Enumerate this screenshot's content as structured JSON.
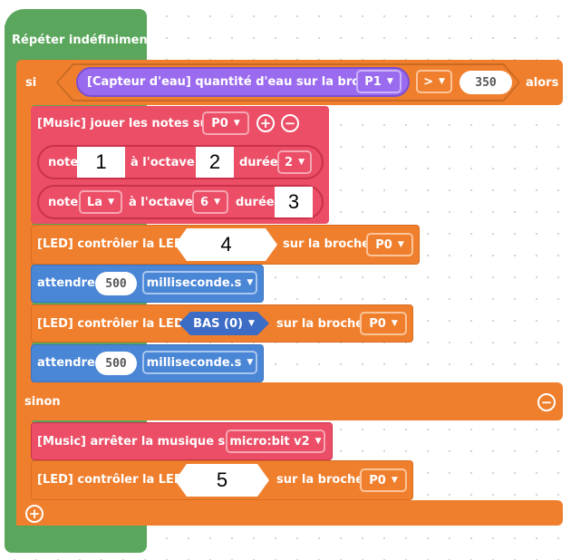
{
  "repeat": {
    "label": "Répéter indéfiniment"
  },
  "if_block": {
    "si_label": "si",
    "sensor_label": "[Capteur d'eau] quantité d'eau sur la broche",
    "sensor_pin": "P1",
    "operator": ">",
    "threshold": "350",
    "alors_label": "alors",
    "sinon_label": "sinon"
  },
  "music_play": {
    "label": "[Music] jouer les notes sur",
    "pin": "P0",
    "add_icon": "+",
    "remove_icon": "−",
    "note1": {
      "note_label": "note",
      "note_value": "1",
      "octave_label": "à l'octave",
      "octave_value": "2",
      "duration_label": "durée",
      "duration_value": "2"
    },
    "note2": {
      "note_label": "note",
      "note_value": "La",
      "octave_label": "à l'octave",
      "octave_value": "6",
      "duration_label": "durée",
      "duration_value": "3"
    }
  },
  "led1": {
    "label": "[LED] contrôler la LED",
    "value": "4",
    "pin_label": "sur la broche",
    "pin": "P0"
  },
  "wait1": {
    "label": "attendre",
    "value": "500",
    "unit": "milliseconde.s"
  },
  "led2": {
    "label": "[LED] contrôler la LED",
    "value": "BAS (0)",
    "pin_label": "sur la broche",
    "pin": "P0"
  },
  "wait2": {
    "label": "attendre",
    "value": "500",
    "unit": "milliseconde.s"
  },
  "music_stop": {
    "label": "[Music] arrêter la musique sur",
    "target": "micro:bit v2"
  },
  "led3": {
    "label": "[LED] contrôler la LED",
    "value": "5",
    "pin_label": "sur la broche",
    "pin": "P0"
  },
  "colors": {
    "control": "#5aa65c",
    "logic": "#f07f2d",
    "music": "#eb4e66",
    "timing": "#4a86d6",
    "sensor": "#9b6bef"
  }
}
